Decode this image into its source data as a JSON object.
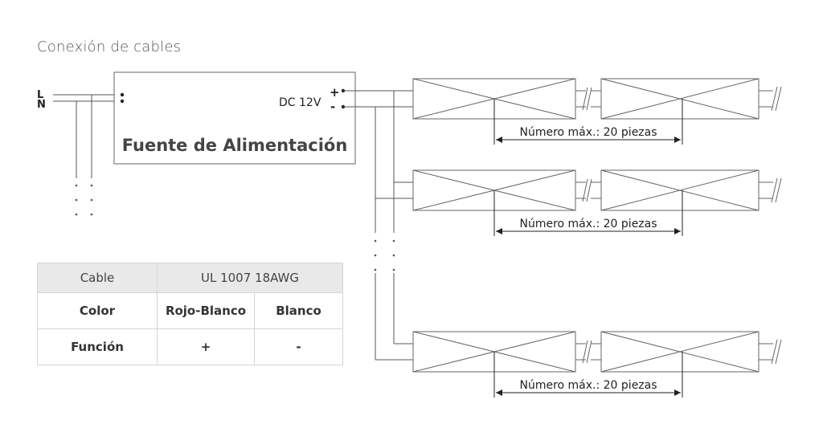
{
  "title": "Conexión de cables",
  "inputs": {
    "line": "L",
    "neutral": "N"
  },
  "power_supply": {
    "label": "Fuente de Alimentación",
    "output": "DC 12V",
    "plus": "+",
    "minus": "-"
  },
  "runs": [
    {
      "label": "Número máx.: 20 piezas"
    },
    {
      "label": "Número máx.: 20 piezas"
    },
    {
      "label": "Número máx.: 20 piezas"
    }
  ],
  "table": {
    "header": {
      "col1": "Cable",
      "col2": "UL 1007 18AWG"
    },
    "rows": [
      {
        "label": "Color",
        "plus": "Rojo-Blanco",
        "minus": "Blanco"
      },
      {
        "label": "Función",
        "plus": "+",
        "minus": "-"
      }
    ]
  }
}
